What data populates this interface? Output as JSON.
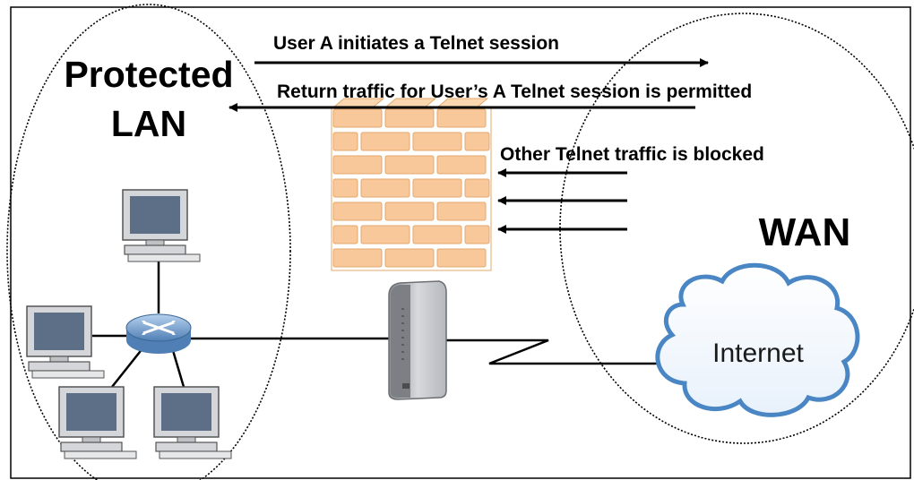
{
  "labels": {
    "protected_line1": "Protected",
    "protected_line2": "LAN",
    "wan": "WAN",
    "internet": "Internet",
    "arrow_outgoing": "User A initiates a Telnet session",
    "arrow_return": "Return traffic for User’s A Telnet session is permitted",
    "arrow_blocked": "Other Telnet traffic is blocked"
  },
  "colors": {
    "brick_fill": "#f8c89a",
    "brick_mortar": "#ffffff",
    "brick_edge": "#e3a86e",
    "monitor_screen": "#5c6f86",
    "cloud_edge": "#4a86c4",
    "switch_body": "#7fa5cf",
    "line": "#000000"
  },
  "icons": {
    "firewall": "brick-wall-icon",
    "router": "network-switch-icon",
    "gateway": "vertical-router-device-icon",
    "computer": "desktop-computer-icon",
    "cloud": "internet-cloud-icon"
  },
  "lan_computer_count": 4,
  "blocked_arrow_count": 3
}
